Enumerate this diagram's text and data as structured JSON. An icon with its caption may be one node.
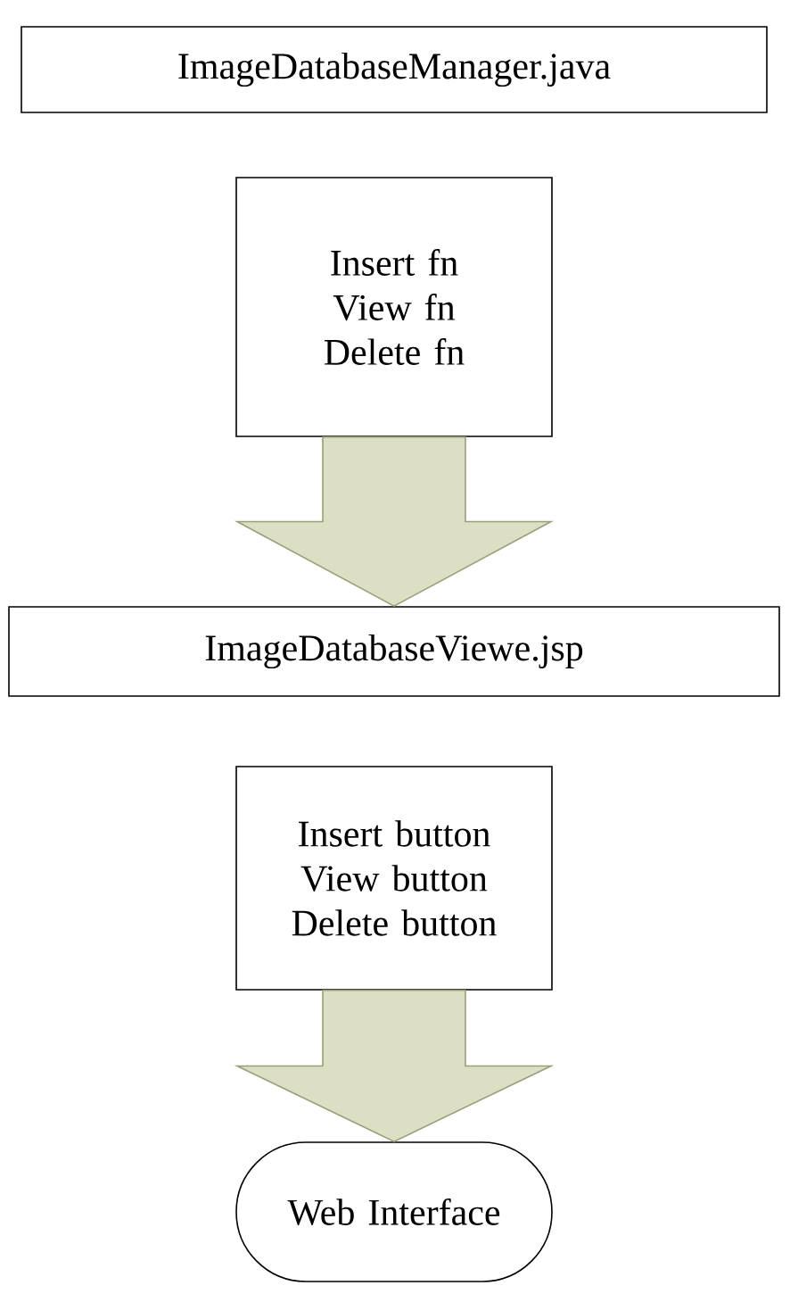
{
  "diagram": {
    "nodes": [
      {
        "text": [
          "ImageDatabaseManager.java"
        ]
      },
      {
        "text": [
          "Insert fn",
          "View fn",
          "Delete fn"
        ]
      },
      {
        "text": [
          "ImageDatabaseViewe.jsp"
        ]
      },
      {
        "text": [
          "Insert button",
          "View button",
          "Delete button"
        ]
      },
      {
        "text": [
          "Web Interface"
        ]
      }
    ],
    "edges": [
      {
        "from": 1,
        "to": 2,
        "arrow": "to"
      },
      {
        "from": 3,
        "to": 4,
        "arrow": "to"
      }
    ]
  }
}
